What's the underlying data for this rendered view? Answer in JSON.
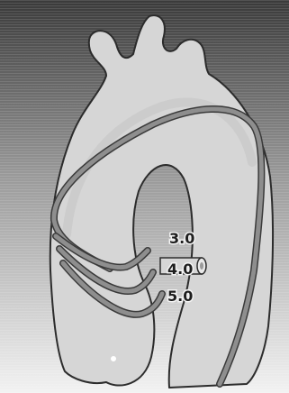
{
  "labels": {
    "size_1": "3.0",
    "size_2": "4.0",
    "size_3": "5.0"
  },
  "colors": {
    "background_dark": "#3a3a3a",
    "background_light": "#f2f2f2",
    "aorta_fill": "#d6d6d6",
    "aorta_outline": "#2c2c2c",
    "catheter_body": "#8e8e8e",
    "catheter_edge": "#3a3a3a",
    "label_text": "#1e1e1e"
  }
}
